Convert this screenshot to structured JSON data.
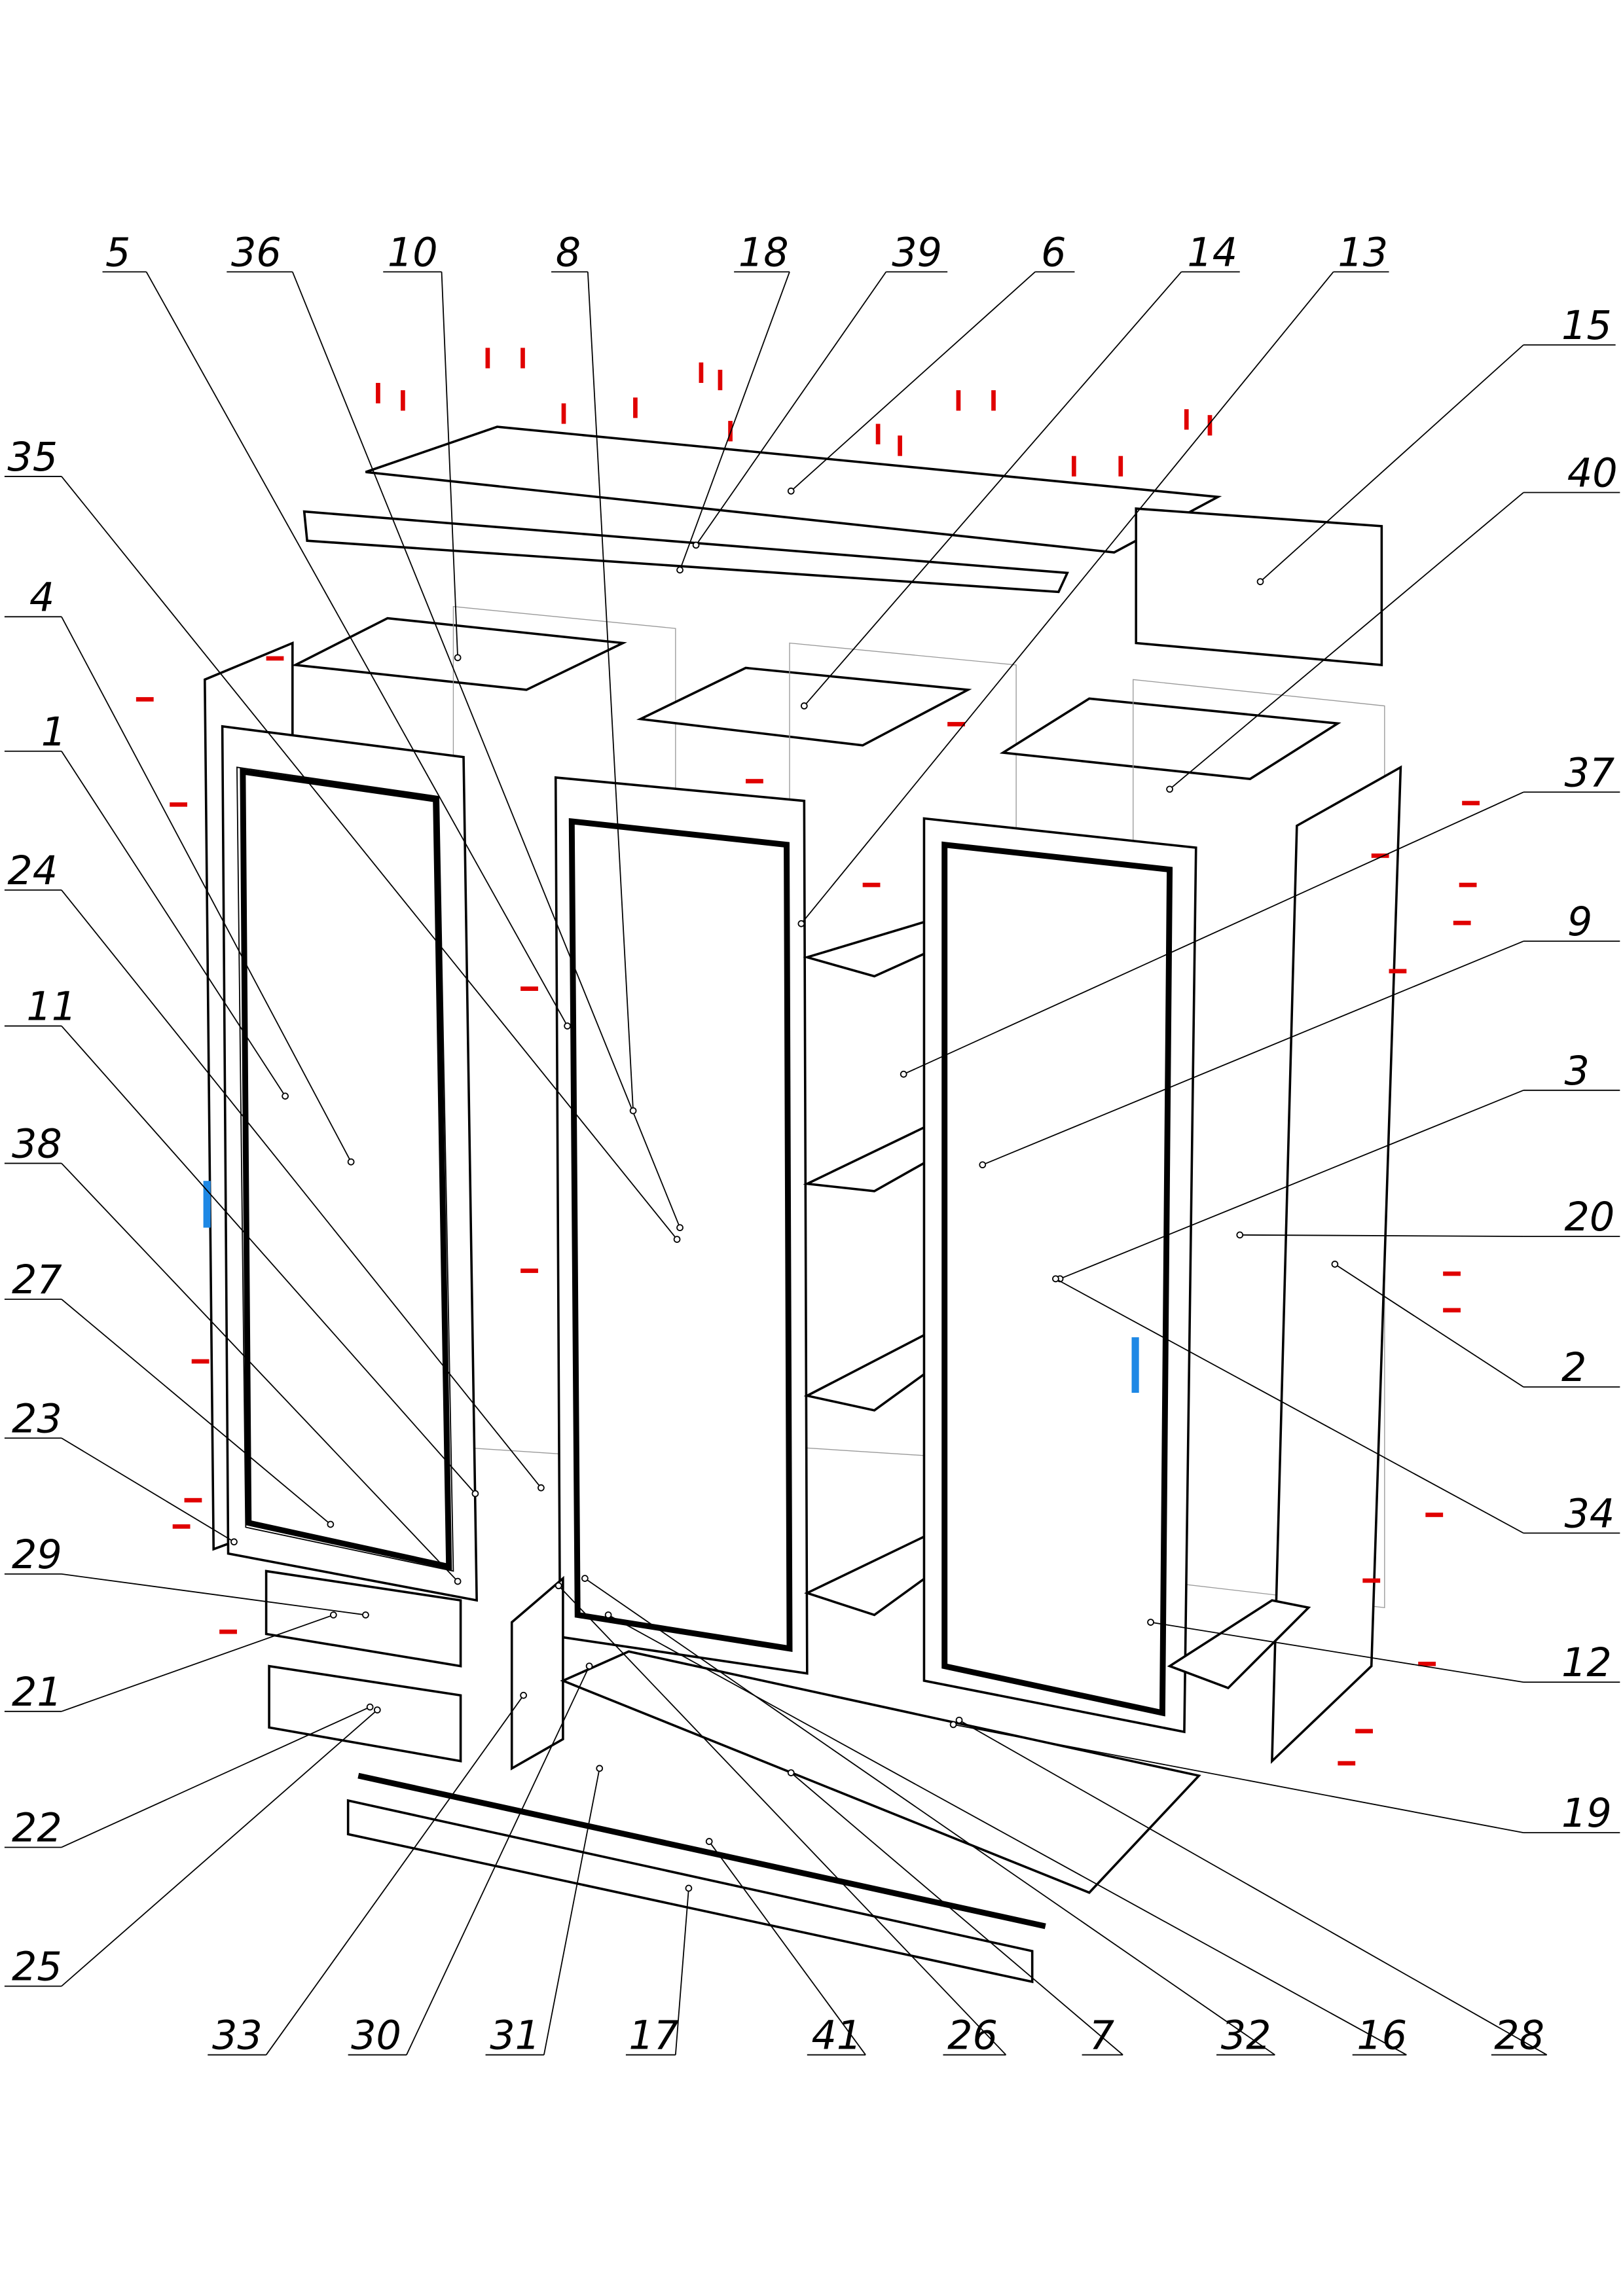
{
  "diagram": {
    "type": "exploded assembly drawing",
    "part_labels": [
      "5",
      "36",
      "10",
      "8",
      "18",
      "39",
      "6",
      "14",
      "13",
      "15",
      "35",
      "40",
      "4",
      "37",
      "1",
      "24",
      "9",
      "11",
      "3",
      "38",
      "20",
      "27",
      "2",
      "23",
      "34",
      "29",
      "12",
      "21",
      "19",
      "22",
      "25",
      "33",
      "30",
      "31",
      "17",
      "41",
      "26",
      "7",
      "32",
      "16",
      "28"
    ],
    "colors": {
      "lines": "#000000",
      "fasteners": "#e00000",
      "handles": "#1e88e5"
    }
  }
}
